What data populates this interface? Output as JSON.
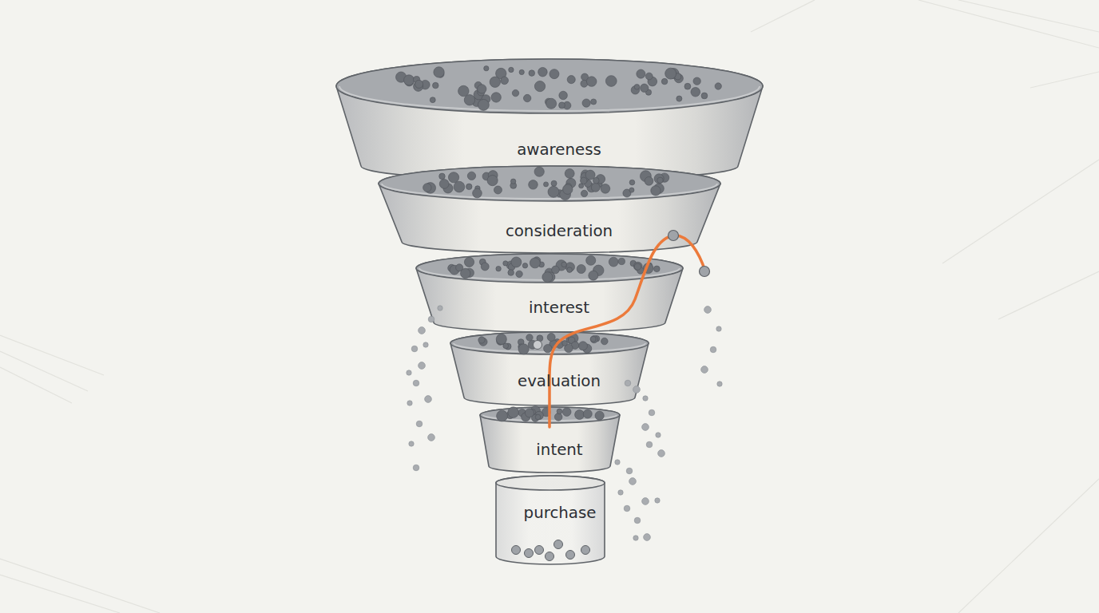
{
  "diagram": {
    "nodes": [
      {
        "text": [
          "awareness"
        ]
      },
      {
        "text": [
          "consideration"
        ]
      },
      {
        "text": [
          "interest"
        ]
      },
      {
        "text": [
          "evaluation"
        ]
      },
      {
        "text": [
          "intent"
        ]
      },
      {
        "text": [
          "purchase"
        ]
      }
    ]
  }
}
